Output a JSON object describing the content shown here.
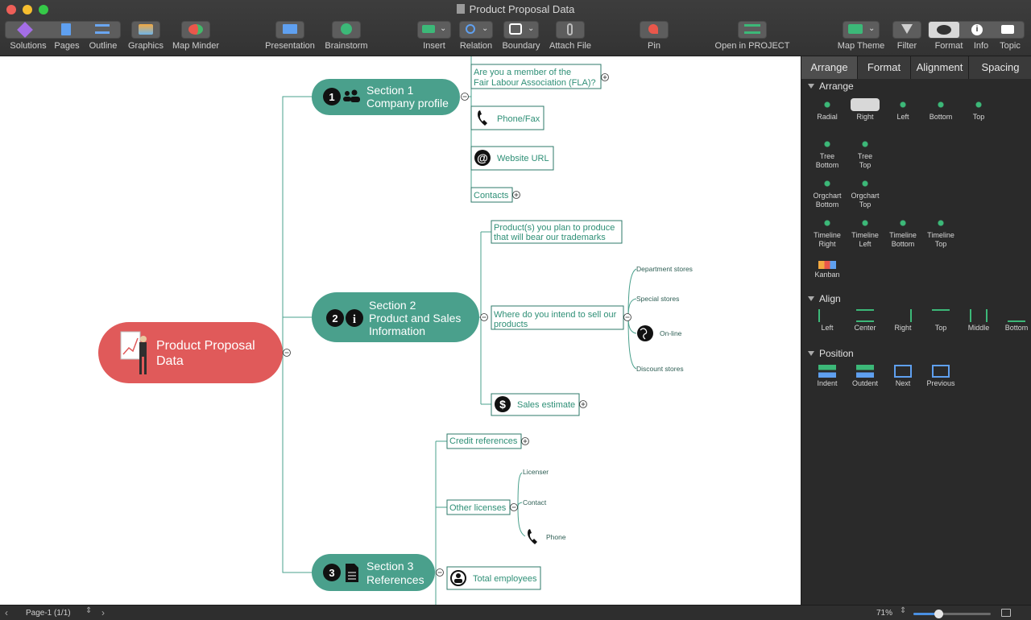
{
  "window": {
    "title": "Product Proposal Data"
  },
  "toolbar": {
    "solutions": "Solutions",
    "pages": "Pages",
    "outline": "Outline",
    "graphics": "Graphics",
    "map_minder": "Map Minder",
    "presentation": "Presentation",
    "brainstorm": "Brainstorm",
    "insert": "Insert",
    "relation": "Relation",
    "boundary": "Boundary",
    "attach_file": "Attach File",
    "pin": "Pin",
    "open_in_project": "Open in PROJECT",
    "map_theme": "Map Theme",
    "filter": "Filter",
    "format": "Format",
    "info": "Info",
    "topic": "Topic"
  },
  "map": {
    "root": {
      "line1": "Product Proposal",
      "line2": "Data"
    },
    "sections": [
      {
        "num": "1",
        "line1": "Section 1",
        "line2": "Company profile",
        "line3": ""
      },
      {
        "num": "2",
        "line1": "Section 2",
        "line2": "Product and Sales",
        "line3": "Information"
      },
      {
        "num": "3",
        "line1": "Section 3",
        "line2": "References",
        "line3": ""
      }
    ],
    "s1_children": {
      "fla_1": "Are you a member of the",
      "fla_2": "Fair Labour Association (FLA)?",
      "phone": "Phone/Fax",
      "website": "Website URL",
      "contacts": "Contacts"
    },
    "s2_children": {
      "products_1": "Product(s) you plan to produce",
      "products_2": "that will bear our trademarks",
      "where_1": "Where do you intend to sell our",
      "where_2": "products",
      "sales": "Sales estimate",
      "dept": "Department stores",
      "special": "Special stores",
      "online": "On-line",
      "discount": "Discount stores"
    },
    "s3_children": {
      "credit": "Credit references",
      "licenses": "Other licenses",
      "licenser": "Licenser",
      "contact": "Contact",
      "phone": "Phone",
      "employees": "Total employees"
    }
  },
  "panel": {
    "tabs": {
      "arrange": "Arrange",
      "format": "Format",
      "alignment": "Alignment",
      "spacing": "Spacing"
    },
    "arrange_header": "Arrange",
    "arrange": {
      "radial": "Radial",
      "right": "Right",
      "left": "Left",
      "bottom": "Bottom",
      "top": "Top",
      "tree_bottom_1": "Tree",
      "tree_bottom_2": "Bottom",
      "tree_top_1": "Tree",
      "tree_top_2": "Top",
      "org_bottom_1": "Orgchart",
      "org_bottom_2": "Bottom",
      "org_top_1": "Orgchart",
      "org_top_2": "Top",
      "tl_right_1": "Timeline",
      "tl_right_2": "Right",
      "tl_left_1": "Timeline",
      "tl_left_2": "Left",
      "tl_bottom_1": "Timeline",
      "tl_bottom_2": "Bottom",
      "tl_top_1": "Timeline",
      "tl_top_2": "Top",
      "kanban": "Kanban"
    },
    "align_header": "Align",
    "align": {
      "left": "Left",
      "center": "Center",
      "right": "Right",
      "top": "Top",
      "middle": "Middle",
      "bottom": "Bottom"
    },
    "position_header": "Position",
    "position": {
      "indent": "Indent",
      "outdent": "Outdent",
      "next": "Next",
      "previous": "Previous"
    }
  },
  "status": {
    "page": "Page-1 (1/1)",
    "zoom": "71%",
    "zoom_fraction": 0.32
  },
  "colors": {
    "green": "#4aa08c",
    "root": "#e05a5a",
    "accent_icon": "#3cb878"
  }
}
